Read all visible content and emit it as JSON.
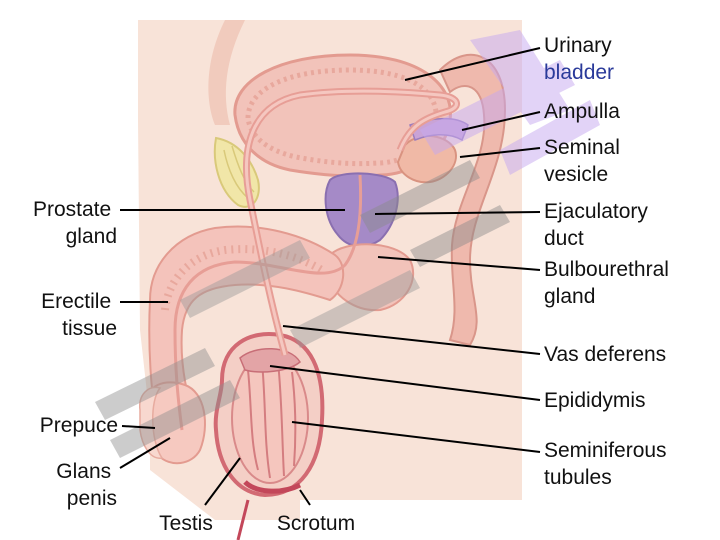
{
  "diagram": {
    "labels": {
      "urinary_bladder": [
        "Urinary",
        "bladder"
      ],
      "ampulla": [
        "Ampulla"
      ],
      "seminal_vesicle": [
        "Seminal",
        "vesicle"
      ],
      "ejaculatory_duct": [
        "Ejaculatory",
        "duct"
      ],
      "bulbourethral_gland": [
        "Bulbourethral",
        "gland"
      ],
      "vas_deferens": [
        "Vas deferens"
      ],
      "epididymis": [
        "Epididymis"
      ],
      "seminiferous_tubules": [
        "Seminiferous",
        "tubules"
      ],
      "prostate_gland": [
        "Prostate",
        "gland"
      ],
      "erectile_tissue": [
        "Erectile",
        "tissue"
      ],
      "prepuce": [
        "Prepuce"
      ],
      "glans_penis": [
        "Glans",
        "penis"
      ],
      "testis": [
        "Testis"
      ],
      "scrotum": [
        "Scrotum"
      ]
    },
    "colors": {
      "skin": "#f7dcd0",
      "tissue": "#f3b9b0",
      "duct": "#e79e96",
      "gland": "#a58ac7",
      "label_text": "#111111",
      "highlight_text": "#2a3a9a"
    }
  }
}
